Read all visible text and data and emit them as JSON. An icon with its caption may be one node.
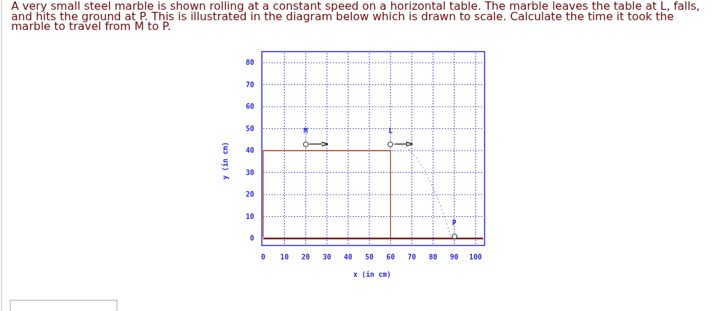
{
  "diagram": {
    "title": "A very small steel marble is shown rolling at a constant speed on a horizontal table. The marble leaves the table at L, falls, and hits the ground at P. This is illustrated in the diagram below which is drawn to scale. Calculate the time it took the marble to travel from M to P.",
    "nodes": [
      {
        "text": [
          "M"
        ]
      },
      {
        "text": [
          "L"
        ]
      },
      {
        "text": [
          "P"
        ]
      }
    ],
    "edges": [
      {
        "from": 0,
        "to": null,
        "arrow": "to"
      },
      {
        "from": 1,
        "to": null,
        "arrow": "to"
      },
      {
        "from": 1,
        "to": 2,
        "arrow": "none",
        "style": "dashed",
        "color": "#888888"
      }
    ],
    "labels": [
      "80",
      "70",
      "60",
      "50",
      "40",
      "30",
      "20",
      "10",
      "0",
      "0",
      "10",
      "20",
      "30",
      "40",
      "50",
      "60",
      "70",
      "80",
      "90",
      "100",
      "x (in cm)",
      "y (in cm)"
    ]
  }
}
